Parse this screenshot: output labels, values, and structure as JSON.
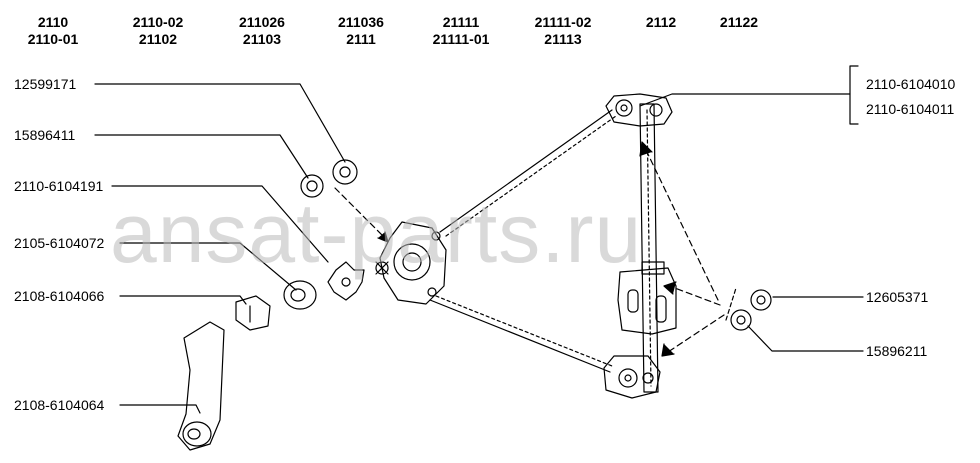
{
  "models": [
    [
      "2110",
      "2110-01"
    ],
    [
      "2110-02",
      "21102"
    ],
    [
      "211026",
      "21103"
    ],
    [
      "211036",
      "2111"
    ],
    [
      "21111",
      "21111-01"
    ],
    [
      "21111-02",
      "21113"
    ],
    [
      "2112",
      ""
    ],
    [
      "21122",
      ""
    ]
  ],
  "parts": {
    "left": [
      "12599171",
      "15896411",
      "2110-6104191",
      "2105-6104072",
      "2108-6104066",
      "2108-6104064"
    ],
    "right": [
      "2110-6104010",
      "2110-6104011",
      "12605371",
      "15896211"
    ]
  },
  "watermark": "ansat-parts.ru"
}
